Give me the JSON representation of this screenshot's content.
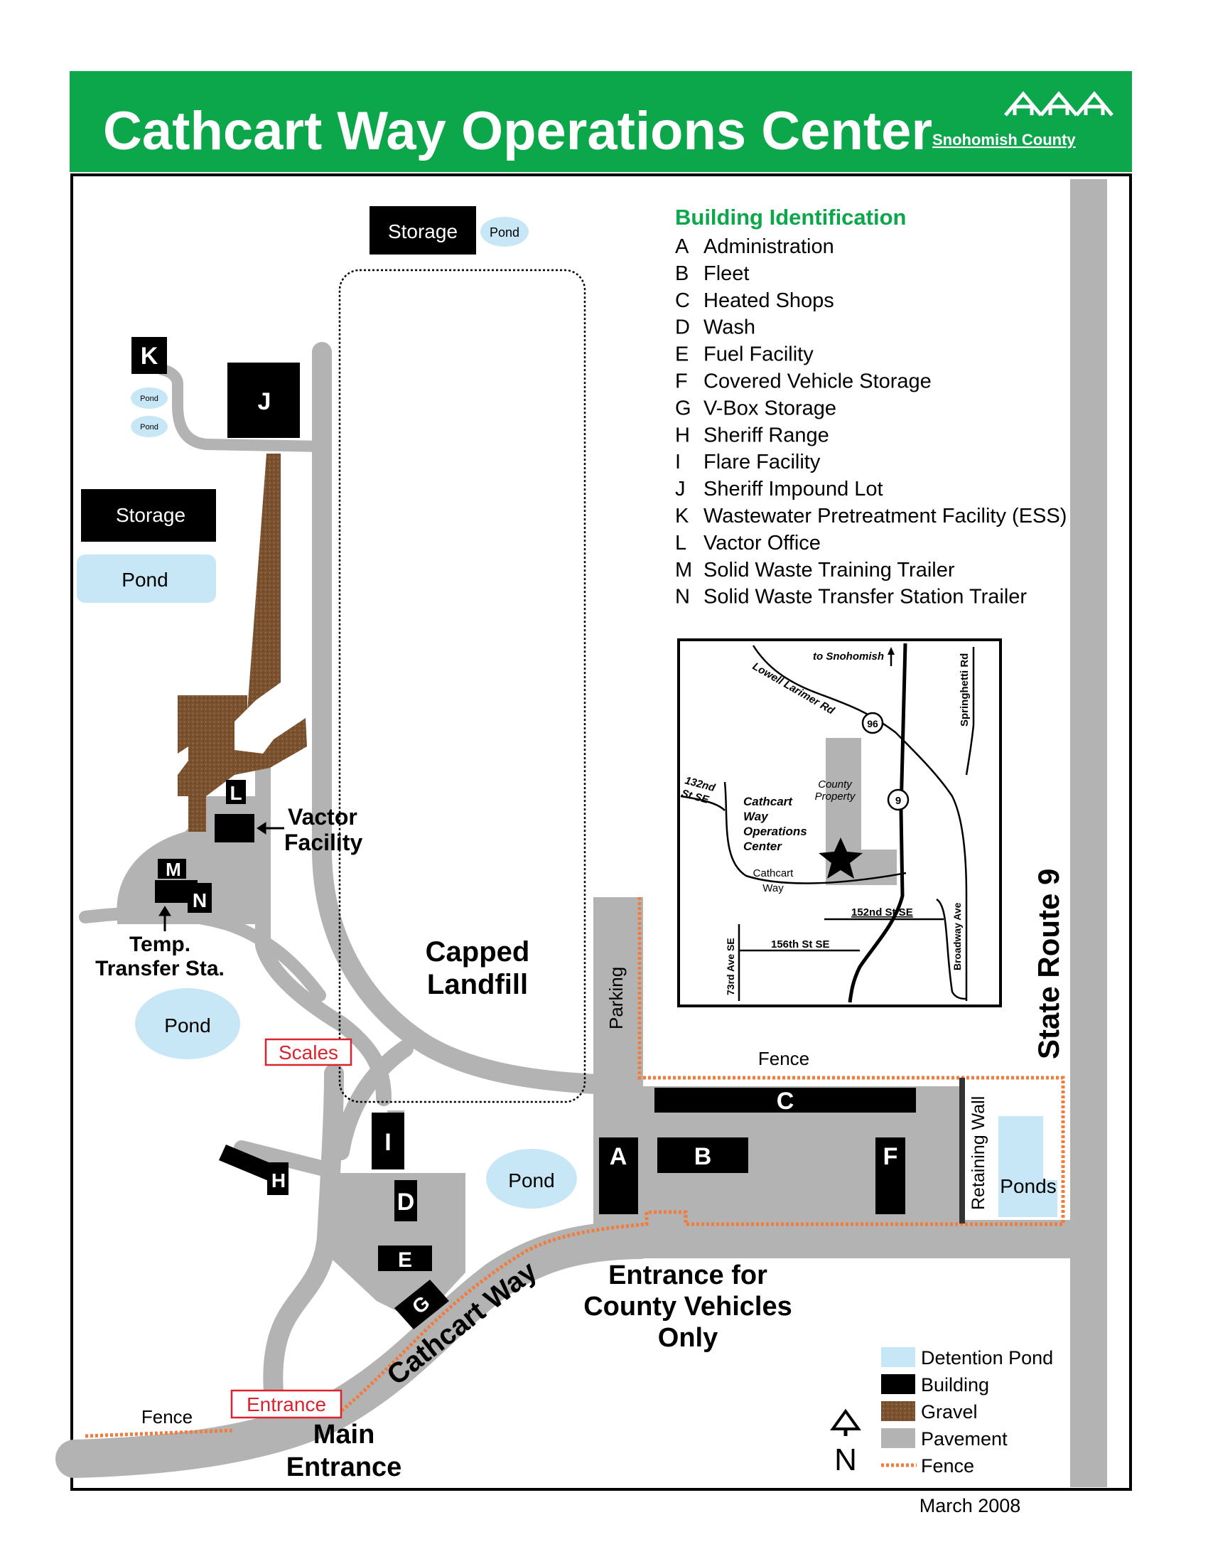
{
  "header": {
    "title": "Cathcart Way Operations Center",
    "logo_text": "Snohomish County"
  },
  "colors": {
    "header_green": "#0ca64b",
    "pond": "#c7e6f6",
    "building": "#000000",
    "gravel": "#7a5230",
    "pavement": "#b3b3b3",
    "fence": "#f07c3e",
    "entrance_red": "#d9232e"
  },
  "legend_title": "Building Identification",
  "buildings": [
    {
      "code": "A",
      "name": "Administration"
    },
    {
      "code": "B",
      "name": "Fleet"
    },
    {
      "code": "C",
      "name": "Heated Shops"
    },
    {
      "code": "D",
      "name": "Wash"
    },
    {
      "code": "E",
      "name": "Fuel Facility"
    },
    {
      "code": "F",
      "name": "Covered Vehicle Storage"
    },
    {
      "code": "G",
      "name": "V-Box Storage"
    },
    {
      "code": "H",
      "name": "Sheriff Range"
    },
    {
      "code": "I",
      "name": "Flare Facility"
    },
    {
      "code": "J",
      "name": "Sheriff Impound Lot"
    },
    {
      "code": "K",
      "name": "Wastewater Pretreatment Facility (ESS)"
    },
    {
      "code": "L",
      "name": "Vactor Office"
    },
    {
      "code": "M",
      "name": "Solid Waste Training Trailer"
    },
    {
      "code": "N",
      "name": "Solid Waste Transfer Station Trailer"
    }
  ],
  "map_labels": {
    "storage": "Storage",
    "pond": "Pond",
    "ponds": "Ponds",
    "capped_landfill_1": "Capped",
    "capped_landfill_2": "Landfill",
    "vactor_1": "Vactor",
    "vactor_2": "Facility",
    "temp_transfer_1": "Temp.",
    "temp_transfer_2": "Transfer Sta.",
    "scales": "Scales",
    "parking": "Parking",
    "fence": "Fence",
    "retaining_wall": "Retaining Wall",
    "state_route": "State Route 9",
    "cathcart_way": "Cathcart Way",
    "county_entrance_1": "Entrance for",
    "county_entrance_2": "County Vehicles",
    "county_entrance_3": "Only",
    "entrance": "Entrance",
    "main_entrance_1": "Main",
    "main_entrance_2": "Entrance"
  },
  "inset": {
    "to_snohomish": "to Snohomish",
    "lowell_larimer": "Lowell Larimer Rd",
    "route_96": "96",
    "route_9": "9",
    "springhetti": "Springhetti Rd",
    "st_132_1": "132nd",
    "st_132_2": "St SE",
    "county_property_1": "County",
    "county_property_2": "Property",
    "center_1": "Cathcart",
    "center_2": "Way",
    "center_3": "Operations",
    "center_4": "Center",
    "cathcart_1": "Cathcart",
    "cathcart_2": "Way",
    "st_152": "152nd St SE",
    "st_156": "156th St SE",
    "ave_73": "73rd Ave SE",
    "broadway": "Broadway Ave"
  },
  "legend": [
    {
      "key": "pond",
      "label": "Detention Pond"
    },
    {
      "key": "building",
      "label": "Building"
    },
    {
      "key": "gravel",
      "label": "Gravel"
    },
    {
      "key": "pavement",
      "label": "Pavement"
    },
    {
      "key": "fence",
      "label": "Fence"
    }
  ],
  "north": "N",
  "date": "March 2008"
}
